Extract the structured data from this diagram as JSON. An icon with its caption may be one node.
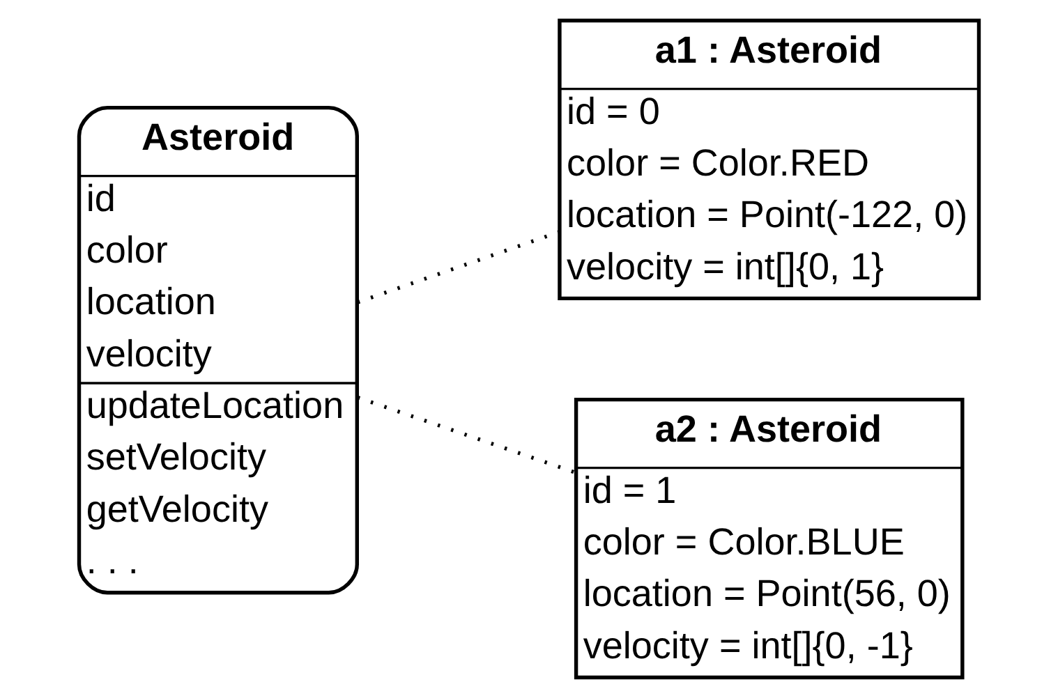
{
  "diagram": {
    "nodes": [
      {
        "text": [
          "Asteroid",
          "id",
          "color",
          "location",
          "velocity",
          "updateLocation",
          "setVelocity",
          "getVelocity",
          ". . ."
        ]
      },
      {
        "text": [
          "a1 : Asteroid",
          "id = 0",
          "color = Color.RED",
          "location = Point(-122, 0)",
          "velocity = int[]{0, 1}"
        ]
      },
      {
        "text": [
          "a2 : Asteroid",
          "id = 1",
          "color = Color.BLUE",
          "location = Point(56, 0)",
          "velocity = int[]{0, -1}"
        ]
      }
    ],
    "edges": [
      {
        "from": 0,
        "to": 1,
        "arrow": "none",
        "style": "dashed"
      },
      {
        "from": 0,
        "to": 2,
        "arrow": "none",
        "style": "dashed"
      }
    ]
  }
}
